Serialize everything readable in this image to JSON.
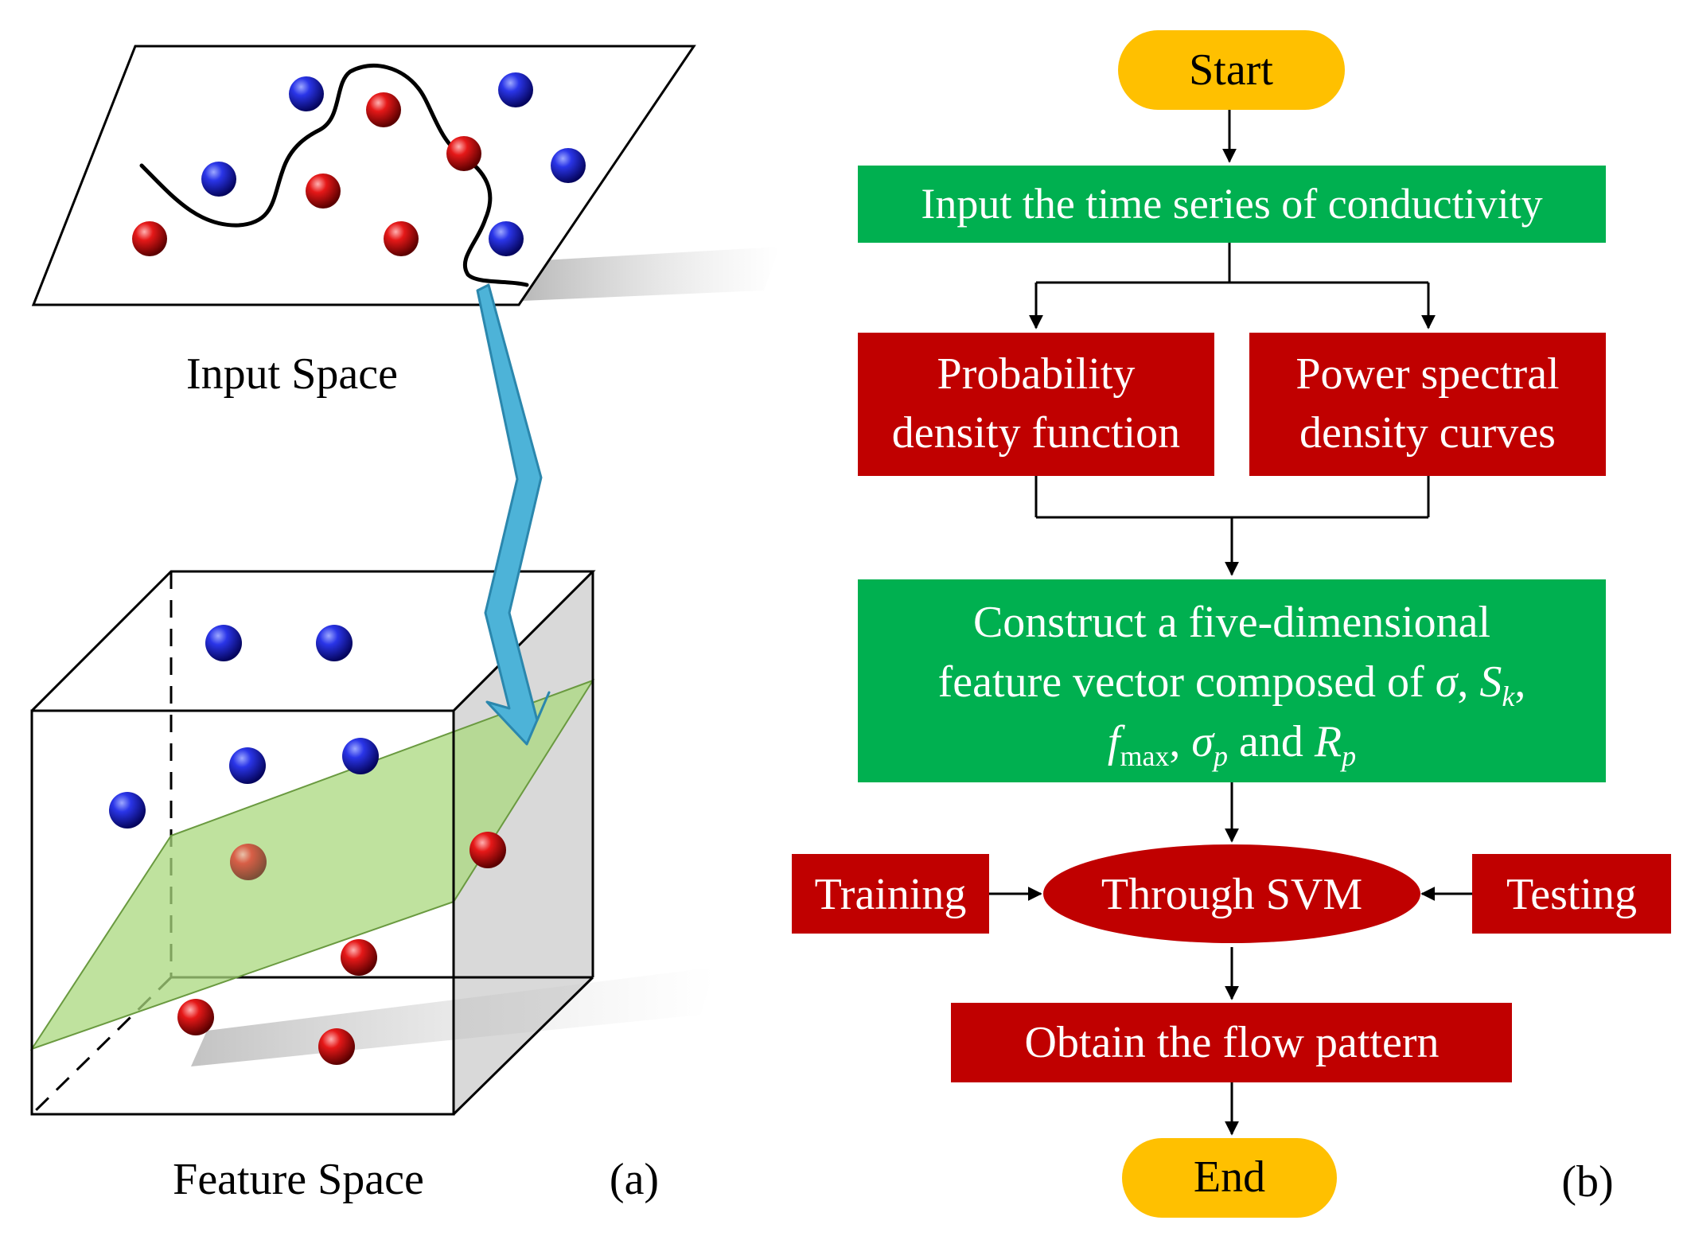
{
  "colors": {
    "terminal": "#FFC000",
    "green_box": "#00B050",
    "red_box": "#C00000",
    "blue_sphere": "#1010D0",
    "red_sphere": "#D01010",
    "hyperplane": "#A9D87E",
    "arrow": "#4DB3D8"
  },
  "panel_a": {
    "input_space_label": "Input Space",
    "feature_space_label": "Feature Space",
    "panel_label": "(a)"
  },
  "panel_b": {
    "panel_label": "(b)",
    "start": "Start",
    "input": "Input the time series of conductivity",
    "pdf": [
      "Probability",
      "density function"
    ],
    "psd": [
      "Power spectral",
      "density curves"
    ],
    "construct": {
      "line1": "Construct a five-dimensional",
      "line2_prefix": "feature vector composed of ",
      "sigma": "σ",
      "comma": ", ",
      "S": "S",
      "k": "k",
      "f": "f",
      "max": "max",
      "p": "p",
      "and": " and ",
      "R": "R"
    },
    "training": "Training",
    "svm": "Through SVM",
    "testing": "Testing",
    "obtain": "Obtain the flow pattern",
    "end": "End"
  }
}
